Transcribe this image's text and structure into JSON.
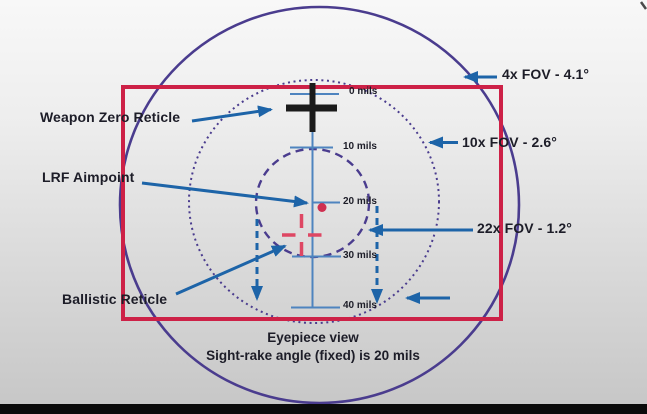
{
  "colors": {
    "background_top": "#f8f8f8",
    "background_bottom": "#c6c6c6",
    "fov_circle": "#4a3c8e",
    "frame_red": "#cd2147",
    "arrow_blue": "#1d64a8",
    "reticle_line_blue": "#4e84bf",
    "reticle_black": "#1b1b1b",
    "ballistic_red": "#de4763",
    "aimpoint_red": "#cf2f50",
    "text_dark": "#1d1d28",
    "bottom_bar": "#0b0b0b"
  },
  "labels": {
    "weapon_zero_reticle": "Weapon Zero Reticle",
    "lrf_aimpoint": "LRF Aimpoint",
    "ballistic_reticle": "Ballistic Reticle"
  },
  "fov_annotations": [
    {
      "label": "4x FOV - 4.1°"
    },
    {
      "label": "10x FOV - 2.6°"
    },
    {
      "label": "22x FOV - 1.2°"
    }
  ],
  "mil_scale": {
    "marks": [
      {
        "label": "0 mils"
      },
      {
        "label": "10 mils"
      },
      {
        "label": "20 mils"
      },
      {
        "label": "30 mils"
      },
      {
        "label": "40 mils"
      }
    ]
  },
  "caption": {
    "line1": "Eyepiece view",
    "line2": "Sight-rake angle (fixed) is 20 mils"
  }
}
